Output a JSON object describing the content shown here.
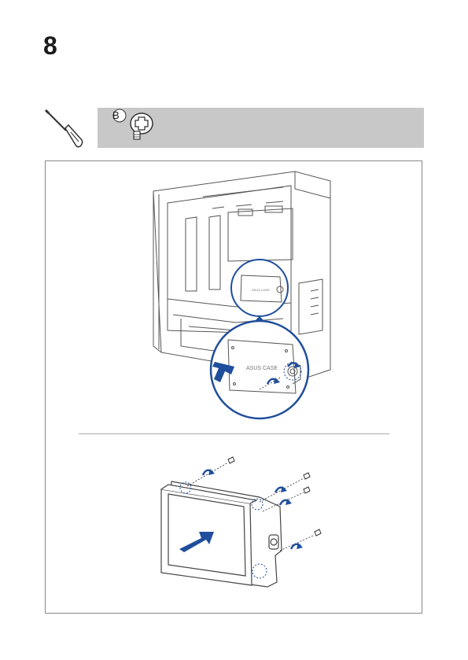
{
  "step": {
    "number": "8"
  },
  "tools": {
    "screw_label": "B",
    "screwdriver_icon": "screwdriver-icon",
    "screw_icon": "screw-icon"
  },
  "illustration": {
    "bracket_brand_small": "ASUS CASE",
    "bracket_brand_zoom": "ASUS CASE"
  },
  "colors": {
    "tools_bar": "#c8c8c8",
    "accent_blue": "#1f4e9c",
    "line": "#555555"
  }
}
